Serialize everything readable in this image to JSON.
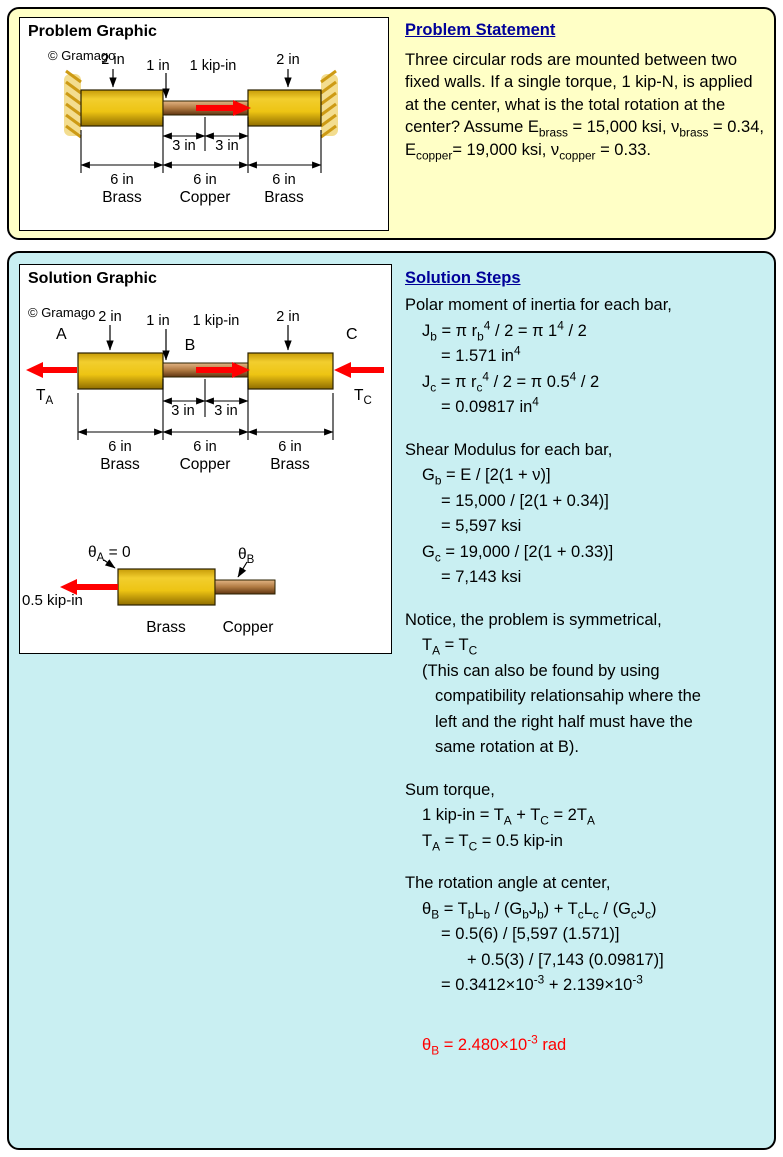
{
  "colors": {
    "panel_yellow": "#FFFFC6",
    "panel_cyan": "#C9EFF2",
    "heading_blue": "#000099",
    "arrow_red": "#FF0000",
    "brass_gold": "#EDC413",
    "copper_brown": "#B07A42",
    "answer_red": "#FF0000"
  },
  "problem": {
    "graphic_title": "Problem Graphic",
    "statement_title": "Problem Statement",
    "statement_parts": [
      {
        "t": "Three circular rods are mounted between two fixed walls. If a single torque, 1 kip-N, is applied at the center, what is the total rotation at the center? Assume E"
      },
      {
        "t": "brass",
        "v": "sub"
      },
      {
        "t": " = 15,000 ksi, ν"
      },
      {
        "t": "brass",
        "v": "sub"
      },
      {
        "t": " = 0.34, E"
      },
      {
        "t": "copper",
        "v": "sub"
      },
      {
        "t": "= 19,000 ksi, ν"
      },
      {
        "t": "copper",
        "v": "sub"
      },
      {
        "t": " = 0.33."
      }
    ]
  },
  "solution": {
    "graphic_title": "Solution Graphic",
    "steps_title": "Solution Steps",
    "lines": [
      {
        "i": 0,
        "parts": [
          {
            "t": "Polar moment of inertia for each bar,"
          }
        ]
      },
      {
        "i": 1,
        "parts": [
          {
            "t": "J"
          },
          {
            "t": "b",
            "v": "sub"
          },
          {
            "t": " = π r"
          },
          {
            "t": "b",
            "v": "sub"
          },
          {
            "t": "4",
            "v": "sup"
          },
          {
            "t": " / 2 = π 1"
          },
          {
            "t": "4",
            "v": "sup"
          },
          {
            "t": " / 2"
          }
        ]
      },
      {
        "i": 2,
        "parts": [
          {
            "t": "= 1.571 in"
          },
          {
            "t": "4",
            "v": "sup"
          }
        ]
      },
      {
        "i": 1,
        "parts": [
          {
            "t": "J"
          },
          {
            "t": "c",
            "v": "sub"
          },
          {
            "t": " = π r"
          },
          {
            "t": "c",
            "v": "sub"
          },
          {
            "t": "4",
            "v": "sup"
          },
          {
            "t": " / 2 = π 0.5"
          },
          {
            "t": "4",
            "v": "sup"
          },
          {
            "t": " / 2"
          }
        ]
      },
      {
        "i": 2,
        "parts": [
          {
            "t": "= 0.09817 in"
          },
          {
            "t": "4",
            "v": "sup"
          }
        ]
      },
      {
        "gap": true
      },
      {
        "i": 0,
        "parts": [
          {
            "t": "Shear Modulus for each bar,"
          }
        ]
      },
      {
        "i": 1,
        "parts": [
          {
            "t": "G"
          },
          {
            "t": "b",
            "v": "sub"
          },
          {
            "t": " = E / [2(1 + ν)]"
          }
        ]
      },
      {
        "i": 2,
        "parts": [
          {
            "t": "= 15,000 / [2(1 + 0.34)]"
          }
        ]
      },
      {
        "i": 2,
        "parts": [
          {
            "t": "= 5,597 ksi"
          }
        ]
      },
      {
        "i": 1,
        "parts": [
          {
            "t": "G"
          },
          {
            "t": "c",
            "v": "sub"
          },
          {
            "t": " = 19,000 / [2(1 + 0.33)]"
          }
        ]
      },
      {
        "i": 2,
        "parts": [
          {
            "t": "= 7,143 ksi"
          }
        ]
      },
      {
        "gap": true
      },
      {
        "i": 0,
        "parts": [
          {
            "t": "Notice, the problem is symmetrical,"
          }
        ]
      },
      {
        "i": 1,
        "parts": [
          {
            "t": "T"
          },
          {
            "t": "A",
            "v": "sub"
          },
          {
            "t": " = T"
          },
          {
            "t": "C",
            "v": "sub"
          }
        ]
      },
      {
        "i": 1,
        "parts": [
          {
            "t": "(This can also be found by using"
          }
        ]
      },
      {
        "i": 15,
        "parts": [
          {
            "t": "compatibility relationsahip where the"
          }
        ]
      },
      {
        "i": 15,
        "parts": [
          {
            "t": "left and the right half must have the"
          }
        ]
      },
      {
        "i": 15,
        "parts": [
          {
            "t": "same rotation at B)."
          }
        ]
      },
      {
        "gap": true
      },
      {
        "i": 0,
        "parts": [
          {
            "t": "Sum torque,"
          }
        ]
      },
      {
        "i": 1,
        "parts": [
          {
            "t": "1 kip-in = T"
          },
          {
            "t": "A",
            "v": "sub"
          },
          {
            "t": " + T"
          },
          {
            "t": "C",
            "v": "sub"
          },
          {
            "t": " = 2T"
          },
          {
            "t": "A",
            "v": "sub"
          }
        ]
      },
      {
        "i": 1,
        "parts": [
          {
            "t": "T"
          },
          {
            "t": "A",
            "v": "sub"
          },
          {
            "t": " = T"
          },
          {
            "t": "C",
            "v": "sub"
          },
          {
            "t": " = 0.5 kip-in"
          }
        ]
      },
      {
        "gap": true
      },
      {
        "i": 0,
        "parts": [
          {
            "t": "The rotation angle at center,"
          }
        ]
      },
      {
        "i": 1,
        "parts": [
          {
            "t": "θ"
          },
          {
            "t": "B",
            "v": "sub"
          },
          {
            "t": " = T"
          },
          {
            "t": "b",
            "v": "sub"
          },
          {
            "t": "L"
          },
          {
            "t": "b",
            "v": "sub"
          },
          {
            "t": " / (G"
          },
          {
            "t": "b",
            "v": "sub"
          },
          {
            "t": "J"
          },
          {
            "t": "b",
            "v": "sub"
          },
          {
            "t": ") + T"
          },
          {
            "t": "c",
            "v": "sub"
          },
          {
            "t": "L"
          },
          {
            "t": "c",
            "v": "sub"
          },
          {
            "t": " / (G"
          },
          {
            "t": "c",
            "v": "sub"
          },
          {
            "t": "J"
          },
          {
            "t": "c",
            "v": "sub"
          },
          {
            "t": ")"
          }
        ]
      },
      {
        "i": 2,
        "parts": [
          {
            "t": "= 0.5(6) / [5,597 (1.571)]"
          }
        ]
      },
      {
        "i": 3,
        "parts": [
          {
            "t": "+ 0.5(3) / [7,143 (0.09817)]"
          }
        ]
      },
      {
        "i": 2,
        "parts": [
          {
            "t": "= 0.3412×10"
          },
          {
            "t": "-3",
            "v": "sup"
          },
          {
            "t": " + 2.139×10"
          },
          {
            "t": "-3",
            "v": "sup"
          }
        ]
      },
      {
        "gap": true,
        "big": true
      },
      {
        "i": 1,
        "red": true,
        "parts": [
          {
            "t": "θ"
          },
          {
            "t": "B",
            "v": "sub"
          },
          {
            "t": " = 2.480×10"
          },
          {
            "t": "-3",
            "v": "sup"
          },
          {
            "t": " rad"
          }
        ]
      }
    ]
  },
  "labels": {
    "watermark": "© Gramago",
    "dim_2in": "2 in",
    "dim_1in": "1 in",
    "torque": "1 kip-in",
    "dim_3in": "3 in",
    "dim_6in": "6 in",
    "brass": "Brass",
    "copper": "Copper",
    "node_a": "A",
    "node_b": "B",
    "node_c": "C",
    "t_main": "T",
    "sub_a": "A",
    "sub_c": "C",
    "theta": "θ",
    "sub_b": "B",
    "eq_zero": " = 0",
    "half_torque": "0.5 kip-in"
  }
}
